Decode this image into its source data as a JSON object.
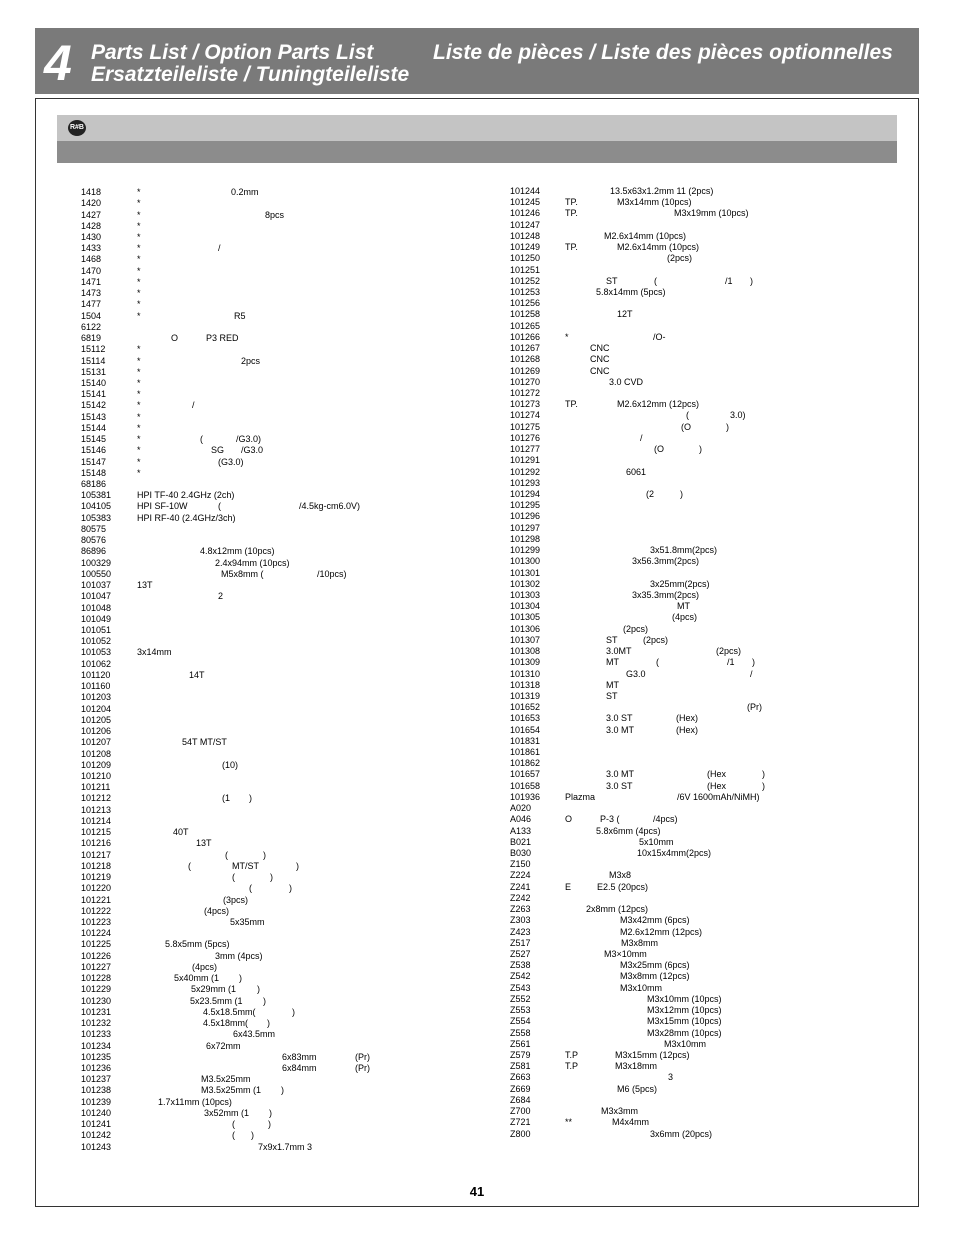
{
  "header": {
    "chapter": "4",
    "title_en": "Parts List / Option Parts List",
    "title_de": "Ersatzteileliste / Tuningteileliste",
    "title_fr": "Liste de pièces / Liste des pièces optionnelles"
  },
  "badge": "R#B",
  "page_number": "41",
  "left_rows": [
    {
      "no": "1418",
      "t": [
        [
          "*",
          137
        ],
        [
          "0.2mm",
          231
        ]
      ]
    },
    {
      "no": "1420",
      "t": [
        [
          "*",
          137
        ]
      ]
    },
    {
      "no": "1427",
      "t": [
        [
          "*",
          137
        ],
        [
          "8pcs",
          265
        ]
      ]
    },
    {
      "no": "1428",
      "t": [
        [
          "*",
          137
        ]
      ]
    },
    {
      "no": "1430",
      "t": [
        [
          "*",
          137
        ]
      ]
    },
    {
      "no": "1433",
      "t": [
        [
          "*",
          137
        ],
        [
          "/",
          218
        ]
      ]
    },
    {
      "no": "1468",
      "t": [
        [
          "*",
          137
        ]
      ]
    },
    {
      "no": "1470",
      "t": [
        [
          "*",
          137
        ]
      ]
    },
    {
      "no": "1471",
      "t": [
        [
          "*",
          137
        ]
      ]
    },
    {
      "no": "1473",
      "t": [
        [
          "*",
          137
        ]
      ]
    },
    {
      "no": "1477",
      "t": [
        [
          "*",
          137
        ]
      ]
    },
    {
      "no": "1504",
      "t": [
        [
          "*",
          137
        ],
        [
          "R5",
          234
        ]
      ]
    },
    {
      "no": "6122",
      "t": []
    },
    {
      "no": "6819",
      "t": [
        [
          "O",
          171
        ],
        [
          "P3 RED",
          206
        ]
      ]
    },
    {
      "no": "15112",
      "t": [
        [
          "*",
          137
        ]
      ]
    },
    {
      "no": "15114",
      "t": [
        [
          "*",
          137
        ],
        [
          "2pcs",
          241
        ]
      ]
    },
    {
      "no": "15131",
      "t": [
        [
          "*",
          137
        ]
      ]
    },
    {
      "no": "15140",
      "t": [
        [
          "*",
          137
        ]
      ]
    },
    {
      "no": "15141",
      "t": [
        [
          "*",
          137
        ]
      ]
    },
    {
      "no": "15142",
      "t": [
        [
          "*",
          137
        ],
        [
          "/",
          192
        ]
      ]
    },
    {
      "no": "15143",
      "t": [
        [
          "*",
          137
        ]
      ]
    },
    {
      "no": "15144",
      "t": [
        [
          "*",
          137
        ]
      ]
    },
    {
      "no": "15145",
      "t": [
        [
          "*",
          137
        ],
        [
          "(",
          200
        ],
        [
          "/G3.0)",
          236
        ]
      ]
    },
    {
      "no": "15146",
      "t": [
        [
          "*",
          137
        ],
        [
          "SG",
          211
        ],
        [
          "/G3.0",
          241
        ]
      ]
    },
    {
      "no": "15147",
      "t": [
        [
          "*",
          137
        ],
        [
          "(G3.0)",
          218
        ]
      ]
    },
    {
      "no": "15148",
      "t": [
        [
          "*",
          137
        ]
      ]
    },
    {
      "no": "68186",
      "t": []
    },
    {
      "no": "105381",
      "t": [
        [
          "HPI TF-40 2.4GHz (2ch)",
          137
        ]
      ]
    },
    {
      "no": "104105",
      "t": [
        [
          "HPI SF-10W",
          137
        ],
        [
          "(",
          218
        ],
        [
          "/4.5kg-cm6.0V)",
          299
        ]
      ]
    },
    {
      "no": "105383",
      "t": [
        [
          "HPI RF-40  (2.4GHz/3ch)",
          137
        ]
      ]
    },
    {
      "no": "80575",
      "t": []
    },
    {
      "no": "80576",
      "t": []
    },
    {
      "no": "86896",
      "t": [
        [
          "4.8x12mm (10pcs)",
          200
        ]
      ]
    },
    {
      "no": "100329",
      "t": [
        [
          "2.4x94mm (10pcs)",
          215
        ]
      ]
    },
    {
      "no": "100550",
      "t": [
        [
          "M5x8mm (",
          221
        ],
        [
          "/10pcs)",
          317
        ]
      ]
    },
    {
      "no": "101037",
      "t": [
        [
          "13T",
          137
        ]
      ]
    },
    {
      "no": "101047",
      "t": [
        [
          "2",
          218
        ]
      ]
    },
    {
      "no": "101048",
      "t": []
    },
    {
      "no": "101049",
      "t": []
    },
    {
      "no": "101051",
      "t": []
    },
    {
      "no": "101052",
      "t": []
    },
    {
      "no": "101053",
      "t": [
        [
          "3x14mm",
          137
        ]
      ]
    },
    {
      "no": "101062",
      "t": []
    },
    {
      "no": "101120",
      "t": [
        [
          "14T",
          189
        ]
      ]
    },
    {
      "no": "101160",
      "t": []
    },
    {
      "no": "101203",
      "t": []
    },
    {
      "no": "101204",
      "t": []
    },
    {
      "no": "101205",
      "t": []
    },
    {
      "no": "101206",
      "t": []
    },
    {
      "no": "101207",
      "t": [
        [
          "54T MT/ST",
          182
        ]
      ]
    },
    {
      "no": "101208",
      "t": []
    },
    {
      "no": "101209",
      "t": [
        [
          "(10)",
          222
        ]
      ]
    },
    {
      "no": "101210",
      "t": []
    },
    {
      "no": "101211",
      "t": []
    },
    {
      "no": "101212",
      "t": [
        [
          "(1",
          222
        ],
        [
          ")",
          249
        ]
      ]
    },
    {
      "no": "101213",
      "t": []
    },
    {
      "no": "101214",
      "t": []
    },
    {
      "no": "101215",
      "t": [
        [
          "40T",
          173
        ]
      ]
    },
    {
      "no": "101216",
      "t": [
        [
          "13T",
          196
        ]
      ]
    },
    {
      "no": "101217",
      "t": [
        [
          "(",
          225
        ],
        [
          ")",
          263
        ]
      ]
    },
    {
      "no": "101218",
      "t": [
        [
          "(",
          188
        ],
        [
          "MT/ST",
          232
        ],
        [
          ")",
          296
        ]
      ]
    },
    {
      "no": "101219",
      "t": [
        [
          "(",
          232
        ],
        [
          ")",
          270
        ]
      ]
    },
    {
      "no": "101220",
      "t": [
        [
          "(",
          249
        ],
        [
          ")",
          289
        ]
      ]
    },
    {
      "no": "101221",
      "t": [
        [
          "(3pcs)",
          223
        ]
      ]
    },
    {
      "no": "101222",
      "t": [
        [
          "(4pcs)",
          204
        ]
      ]
    },
    {
      "no": "101223",
      "t": [
        [
          "5x35mm",
          230
        ]
      ]
    },
    {
      "no": "101224",
      "t": []
    },
    {
      "no": "101225",
      "t": [
        [
          "5.8x5mm (5pcs)",
          165
        ]
      ]
    },
    {
      "no": "101226",
      "t": [
        [
          "3mm (4pcs)",
          215
        ]
      ]
    },
    {
      "no": "101227",
      "t": [
        [
          "(4pcs)",
          192
        ]
      ]
    },
    {
      "no": "101228",
      "t": [
        [
          "5x40mm (1",
          174
        ],
        [
          ")",
          239
        ]
      ]
    },
    {
      "no": "101229",
      "t": [
        [
          "5x29mm (1",
          191
        ],
        [
          ")",
          257
        ]
      ]
    },
    {
      "no": "101230",
      "t": [
        [
          "5x23.5mm (1",
          190
        ],
        [
          ")",
          263
        ]
      ]
    },
    {
      "no": "101231",
      "t": [
        [
          "4.5x18.5mm(",
          203
        ],
        [
          ")",
          292
        ]
      ]
    },
    {
      "no": "101232",
      "t": [
        [
          "4.5x18mm(",
          203
        ],
        [
          ")",
          267
        ]
      ]
    },
    {
      "no": "101233",
      "t": [
        [
          "6x43.5mm",
          233
        ]
      ]
    },
    {
      "no": "101234",
      "t": [
        [
          "6x72mm",
          206
        ]
      ]
    },
    {
      "no": "101235",
      "t": [
        [
          "6x83mm",
          282
        ],
        [
          "(Pr)",
          355
        ]
      ]
    },
    {
      "no": "101236",
      "t": [
        [
          "6x84mm",
          282
        ],
        [
          "(Pr)",
          355
        ]
      ]
    },
    {
      "no": "101237",
      "t": [
        [
          "M3.5x25mm",
          201
        ]
      ]
    },
    {
      "no": "101238",
      "t": [
        [
          "M3.5x25mm (1",
          201
        ],
        [
          ")",
          281
        ]
      ]
    },
    {
      "no": "101239",
      "t": [
        [
          "1.7x11mm (10pcs)",
          158
        ]
      ]
    },
    {
      "no": "101240",
      "t": [
        [
          "3x52mm (1",
          204
        ],
        [
          ")",
          269
        ]
      ]
    },
    {
      "no": "101241",
      "t": [
        [
          "(",
          232
        ],
        [
          ")",
          268
        ]
      ]
    },
    {
      "no": "101242",
      "t": [
        [
          "(",
          232
        ],
        [
          ")",
          251
        ]
      ]
    },
    {
      "no": "101243",
      "t": [
        [
          "7x9x1.7mm 3",
          258
        ]
      ]
    }
  ],
  "right_rows": [
    {
      "no": "101244",
      "t": [
        [
          "13.5x63x1.2mm 11 (2pcs)",
          610
        ]
      ]
    },
    {
      "no": "101245",
      "t": [
        [
          "TP.",
          565
        ],
        [
          "M3x14mm (10pcs)",
          617
        ]
      ]
    },
    {
      "no": "101246",
      "t": [
        [
          "TP.",
          565
        ],
        [
          "M3x19mm (10pcs)",
          674
        ]
      ]
    },
    {
      "no": "101247",
      "t": []
    },
    {
      "no": "101248",
      "t": [
        [
          "M2.6x14mm (10pcs)",
          604
        ]
      ]
    },
    {
      "no": "101249",
      "t": [
        [
          "TP.",
          565
        ],
        [
          "M2.6x14mm (10pcs)",
          617
        ]
      ]
    },
    {
      "no": "101250",
      "t": [
        [
          "(2pcs)",
          667
        ]
      ]
    },
    {
      "no": "101251",
      "t": []
    },
    {
      "no": "101252",
      "t": [
        [
          "ST",
          606
        ],
        [
          "(",
          654
        ],
        [
          "/1",
          725
        ],
        [
          ")",
          750
        ]
      ]
    },
    {
      "no": "101253",
      "t": [
        [
          "5.8x14mm (5pcs)",
          596
        ]
      ]
    },
    {
      "no": "101256",
      "t": []
    },
    {
      "no": "101258",
      "t": [
        [
          "12T",
          617
        ]
      ]
    },
    {
      "no": "101265",
      "t": []
    },
    {
      "no": "101266",
      "t": [
        [
          "*",
          565
        ],
        [
          "/O-",
          653
        ]
      ]
    },
    {
      "no": "101267",
      "t": [
        [
          "CNC",
          590
        ]
      ]
    },
    {
      "no": "101268",
      "t": [
        [
          "CNC",
          590
        ]
      ]
    },
    {
      "no": "101269",
      "t": [
        [
          "CNC",
          590
        ]
      ]
    },
    {
      "no": "101270",
      "t": [
        [
          "3.0 CVD",
          609
        ]
      ]
    },
    {
      "no": "101272",
      "t": []
    },
    {
      "no": "101273",
      "t": [
        [
          "TP.",
          565
        ],
        [
          "M2.6x12mm (12pcs)",
          617
        ]
      ]
    },
    {
      "no": "101274",
      "t": [
        [
          "(",
          686
        ],
        [
          "3.0)",
          730
        ]
      ]
    },
    {
      "no": "101275",
      "t": [
        [
          "(O",
          681
        ],
        [
          ")",
          726
        ]
      ]
    },
    {
      "no": "101276",
      "t": [
        [
          "/",
          640
        ]
      ]
    },
    {
      "no": "101277",
      "t": [
        [
          "(O",
          654
        ],
        [
          ")",
          699
        ]
      ]
    },
    {
      "no": "101291",
      "t": []
    },
    {
      "no": "101292",
      "t": [
        [
          "6061",
          626
        ]
      ]
    },
    {
      "no": "101293",
      "t": []
    },
    {
      "no": "101294",
      "t": [
        [
          "(2",
          646
        ],
        [
          ")",
          680
        ]
      ]
    },
    {
      "no": "101295",
      "t": []
    },
    {
      "no": "101296",
      "t": []
    },
    {
      "no": "101297",
      "t": []
    },
    {
      "no": "101298",
      "t": []
    },
    {
      "no": "101299",
      "t": [
        [
          "3x51.8mm(2pcs)",
          650
        ]
      ]
    },
    {
      "no": "101300",
      "t": [
        [
          "3x56.3mm(2pcs)",
          632
        ]
      ]
    },
    {
      "no": "101301",
      "t": []
    },
    {
      "no": "101302",
      "t": [
        [
          "3x25mm(2pcs)",
          650
        ]
      ]
    },
    {
      "no": "101303",
      "t": [
        [
          "3x35.3mm(2pcs)",
          632
        ]
      ]
    },
    {
      "no": "101304",
      "t": [
        [
          "MT",
          677
        ]
      ]
    },
    {
      "no": "101305",
      "t": [
        [
          "(4pcs)",
          672
        ]
      ]
    },
    {
      "no": "101306",
      "t": [
        [
          "(2pcs)",
          623
        ]
      ]
    },
    {
      "no": "101307",
      "t": [
        [
          "ST",
          606
        ],
        [
          "(2pcs)",
          643
        ]
      ]
    },
    {
      "no": "101308",
      "t": [
        [
          "3.0MT",
          606
        ],
        [
          "(2pcs)",
          716
        ]
      ]
    },
    {
      "no": "101309",
      "t": [
        [
          "MT",
          606
        ],
        [
          "(",
          656
        ],
        [
          "/1",
          727
        ],
        [
          ")",
          752
        ]
      ]
    },
    {
      "no": "101310",
      "t": [
        [
          "G3.0",
          626
        ],
        [
          "/",
          750
        ]
      ]
    },
    {
      "no": "101318",
      "t": [
        [
          "MT",
          606
        ]
      ]
    },
    {
      "no": "101319",
      "t": [
        [
          "ST",
          606
        ]
      ]
    },
    {
      "no": "101652",
      "t": [
        [
          "(Pr)",
          747
        ]
      ]
    },
    {
      "no": "101653",
      "t": [
        [
          "3.0 ST",
          606
        ],
        [
          "(Hex)",
          676
        ]
      ]
    },
    {
      "no": "101654",
      "t": [
        [
          "3.0 MT",
          606
        ],
        [
          "(Hex)",
          676
        ]
      ]
    },
    {
      "no": "101831",
      "t": []
    },
    {
      "no": "101861",
      "t": []
    },
    {
      "no": "101862",
      "t": []
    },
    {
      "no": "101657",
      "t": [
        [
          "3.0 MT",
          606
        ],
        [
          "(Hex",
          707
        ],
        [
          ")",
          762
        ]
      ]
    },
    {
      "no": "101658",
      "t": [
        [
          "3.0 ST",
          606
        ],
        [
          "(Hex",
          707
        ],
        [
          ")",
          762
        ]
      ]
    },
    {
      "no": "101936",
      "t": [
        [
          "Plazma",
          565
        ],
        [
          "/6V 1600mAh/NiMH)",
          677
        ]
      ]
    },
    {
      "no": "A020",
      "t": []
    },
    {
      "no": "A046",
      "t": [
        [
          "O",
          565
        ],
        [
          "P-3 (",
          600
        ],
        [
          "/4pcs)",
          653
        ]
      ]
    },
    {
      "no": "A133",
      "t": [
        [
          "5.8x6mm (4pcs)",
          596
        ]
      ]
    },
    {
      "no": "B021",
      "t": [
        [
          "5x10mm",
          639
        ]
      ]
    },
    {
      "no": "B030",
      "t": [
        [
          "10x15x4mm(2pcs)",
          637
        ]
      ]
    },
    {
      "no": "Z150",
      "t": []
    },
    {
      "no": "Z224",
      "t": [
        [
          "M3x8",
          609
        ]
      ]
    },
    {
      "no": "Z241",
      "t": [
        [
          "E",
          565
        ],
        [
          "E2.5 (20pcs)",
          597
        ]
      ]
    },
    {
      "no": "Z242",
      "t": []
    },
    {
      "no": "Z263",
      "t": [
        [
          "2x8mm (12pcs)",
          586
        ]
      ]
    },
    {
      "no": "Z303",
      "t": [
        [
          "M3x42mm (6pcs)",
          620
        ]
      ]
    },
    {
      "no": "Z423",
      "t": [
        [
          "M2.6x12mm (12pcs)",
          620
        ]
      ]
    },
    {
      "no": "Z517",
      "t": [
        [
          "M3x8mm",
          621
        ]
      ]
    },
    {
      "no": "Z527",
      "t": [
        [
          "M3×10mm",
          604
        ]
      ]
    },
    {
      "no": "Z538",
      "t": [
        [
          "M3x25mm (6pcs)",
          620
        ]
      ]
    },
    {
      "no": "Z542",
      "t": [
        [
          "M3x8mm (12pcs)",
          620
        ]
      ]
    },
    {
      "no": "Z543",
      "t": [
        [
          "M3x10mm",
          620
        ]
      ]
    },
    {
      "no": "Z552",
      "t": [
        [
          "M3x10mm (10pcs)",
          647
        ]
      ]
    },
    {
      "no": "Z553",
      "t": [
        [
          "M3x12mm (10pcs)",
          647
        ]
      ]
    },
    {
      "no": "Z554",
      "t": [
        [
          "M3x15mm (10pcs)",
          647
        ]
      ]
    },
    {
      "no": "Z558",
      "t": [
        [
          "M3x28mm (10pcs)",
          647
        ]
      ]
    },
    {
      "no": "Z561",
      "t": [
        [
          "M3x10mm",
          664
        ]
      ]
    },
    {
      "no": "Z579",
      "t": [
        [
          "T.P",
          565
        ],
        [
          "M3x15mm (12pcs)",
          615
        ]
      ]
    },
    {
      "no": "Z581",
      "t": [
        [
          "T.P",
          565
        ],
        [
          "M3x18mm",
          615
        ]
      ]
    },
    {
      "no": "Z663",
      "t": [
        [
          "3",
          668
        ]
      ]
    },
    {
      "no": "Z669",
      "t": [
        [
          "M6 (5pcs)",
          617
        ]
      ]
    },
    {
      "no": "Z684",
      "t": []
    },
    {
      "no": "Z700",
      "t": [
        [
          "M3x3mm",
          601
        ]
      ]
    },
    {
      "no": "Z721",
      "t": [
        [
          "**",
          565
        ],
        [
          "M4x4mm",
          612
        ]
      ]
    },
    {
      "no": "Z800",
      "t": [
        [
          "3x6mm (20pcs)",
          650
        ]
      ]
    }
  ]
}
